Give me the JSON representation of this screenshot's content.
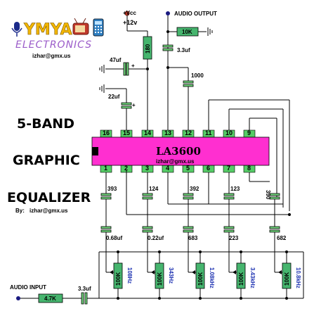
{
  "logo": {
    "brand": "YMYA",
    "subtitle": "ELECTRONICS",
    "email": "izhar@gmx.us",
    "icon": "microphone-icon, tv-icon, phone-icon"
  },
  "titles": {
    "line1": "5-BAND",
    "line2": "GRAPHIC",
    "line3": "EQUALIZER",
    "by_label": "By:",
    "by_email": "izhar@gmx.us"
  },
  "ic": {
    "name": "LA3600",
    "email": "izhar@gmx.us",
    "top_pins": [
      "16",
      "15",
      "14",
      "13",
      "12",
      "11",
      "10",
      "9"
    ],
    "bottom_pins": [
      "1",
      "2",
      "3",
      "4",
      "5",
      "6",
      "7",
      "8"
    ],
    "color": "#ff2fd0"
  },
  "supply": {
    "vcc_label": "+Vcc",
    "voltage": "+12v",
    "output_label": "AUDIO OUTPUT",
    "input_label": "AUDIO INPUT"
  },
  "components": {
    "r_vcc": "180",
    "r_out": "10K",
    "c_out": "3.3uf",
    "c_vcc": "47uf",
    "c_15": "22uf",
    "c_12": "1000",
    "c_pin1": "393",
    "c_pin3": "124",
    "c_pin5": "392",
    "c_pin7": "123",
    "c_pin8": "390",
    "c_low1": "0.68uf",
    "c_low2": "0.22uf",
    "c_low3": "683",
    "c_low4": "223",
    "c_low5": "682",
    "r_in": "4.7K",
    "c_in": "3.3uf",
    "pots": [
      "100K",
      "100K",
      "100K",
      "100K",
      "100K"
    ],
    "bands": [
      "108Hz",
      "343Hz",
      "1.08kHz",
      "3.43kHz",
      "10.8kHz"
    ]
  },
  "colors": {
    "ic": "#ff2fd0",
    "components": "#55cc66",
    "node": "#1a1a80",
    "text_blue": "#1a2fb0"
  }
}
